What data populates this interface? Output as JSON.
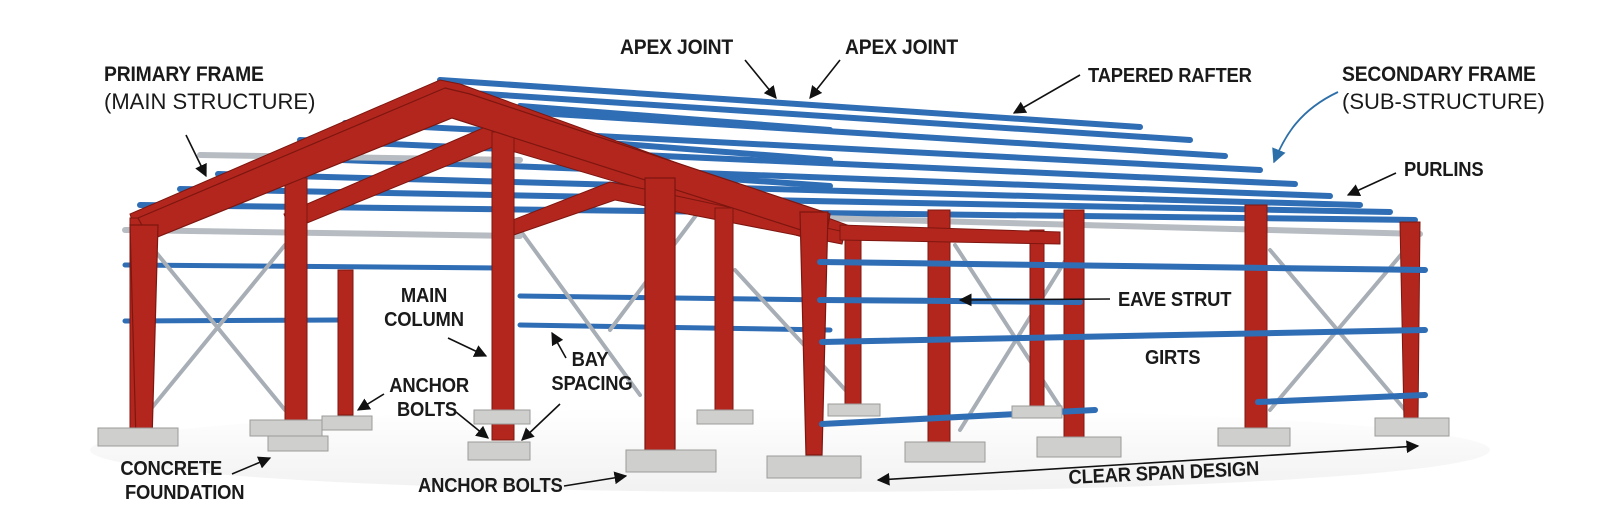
{
  "labels": {
    "primary_frame": {
      "title": "PRIMARY FRAME",
      "subtitle": "(MAIN STRUCTURE)"
    },
    "secondary_frame": {
      "title": "SECONDARY FRAME",
      "subtitle": "(SUB-STRUCTURE)"
    },
    "apex_joint_left": "APEX JOINT",
    "apex_joint_right": "APEX JOINT",
    "tapered_rafter": "TAPERED RAFTER",
    "purlins": "PURLINS",
    "main_column": {
      "line1": "MAIN",
      "line2": "COLUMN"
    },
    "bay_spacing": {
      "line1": "BAY",
      "line2": "SPACING"
    },
    "anchor_bolts_upper": {
      "line1": "ANCHOR",
      "line2": "BOLTS"
    },
    "eave_strut": "EAVE STRUT",
    "girts": "GIRTS",
    "concrete_foundation": {
      "line1": "CONCRETE",
      "line2": "FOUNDATION"
    },
    "anchor_bolts_lower": "ANCHOR BOLTS",
    "clear_span_design": "CLEAR SPAN DESIGN"
  },
  "colors": {
    "frame_red": "#b3261e",
    "frame_dark": "#7d160f",
    "purlin_blue": "#2f6db5",
    "purlin_dark": "#1c4a86",
    "brace_grey": "#a8aeb5",
    "concrete": "#cfcfcd",
    "text": "#1a1a1a",
    "callout_blue": "#2d6fa8"
  }
}
